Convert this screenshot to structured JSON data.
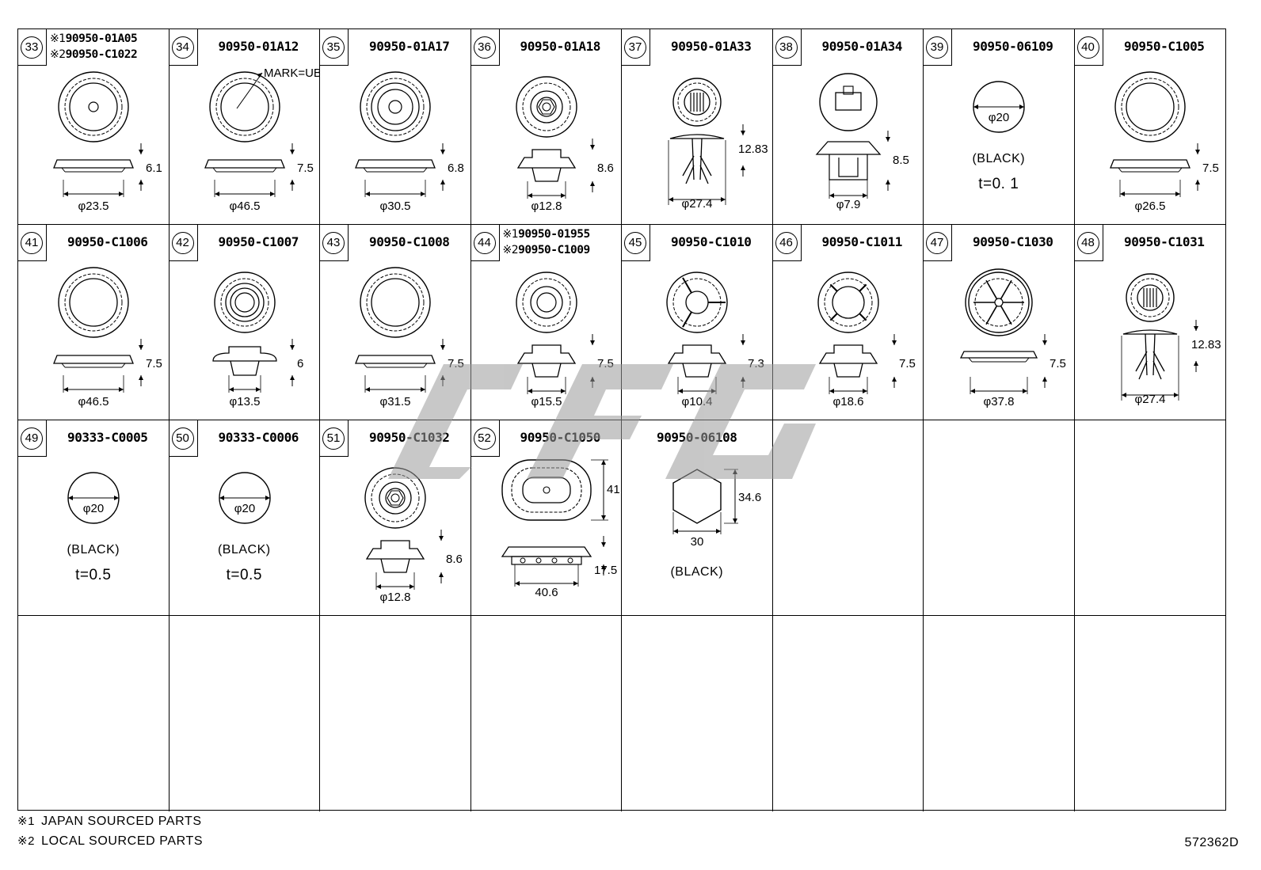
{
  "colors": {
    "line": "#000000",
    "watermark": "#9a9a9a"
  },
  "parts": [
    {
      "ref": "33",
      "marks": [
        "※1",
        "※2"
      ],
      "part_numbers": [
        "90950-01A05",
        "90950-C1022"
      ],
      "dims": {
        "height": "6.1",
        "diameter": "φ23.5"
      }
    },
    {
      "ref": "34",
      "part_numbers": [
        "90950-01A12"
      ],
      "callout": "MARK=UBC",
      "dims": {
        "height": "7.5",
        "diameter": "φ46.5"
      }
    },
    {
      "ref": "35",
      "part_numbers": [
        "90950-01A17"
      ],
      "dims": {
        "height": "6.8",
        "diameter": "φ30.5"
      }
    },
    {
      "ref": "36",
      "part_numbers": [
        "90950-01A18"
      ],
      "dims": {
        "height": "8.6",
        "diameter": "φ12.8"
      }
    },
    {
      "ref": "37",
      "part_numbers": [
        "90950-01A33"
      ],
      "dims": {
        "height": "12.83",
        "diameter": "φ27.4"
      }
    },
    {
      "ref": "38",
      "part_numbers": [
        "90950-01A34"
      ],
      "dims": {
        "height": "8.5",
        "diameter": "φ7.9"
      }
    },
    {
      "ref": "39",
      "part_numbers": [
        "90950-06109"
      ],
      "dims": {
        "diameter": "φ20"
      },
      "color_note": "(BLACK)",
      "thickness": "t=0. 1"
    },
    {
      "ref": "40",
      "part_numbers": [
        "90950-C1005"
      ],
      "dims": {
        "height": "7.5",
        "diameter": "φ26.5"
      }
    },
    {
      "ref": "41",
      "part_numbers": [
        "90950-C1006"
      ],
      "dims": {
        "height": "7.5",
        "diameter": "φ46.5"
      }
    },
    {
      "ref": "42",
      "part_numbers": [
        "90950-C1007"
      ],
      "dims": {
        "height": "6",
        "diameter": "φ13.5"
      }
    },
    {
      "ref": "43",
      "part_numbers": [
        "90950-C1008"
      ],
      "dims": {
        "height": "7.5",
        "diameter": "φ31.5"
      }
    },
    {
      "ref": "44",
      "marks": [
        "※1",
        "※2"
      ],
      "part_numbers": [
        "90950-01955",
        "90950-C1009"
      ],
      "dims": {
        "height": "7.5",
        "diameter": "φ15.5"
      }
    },
    {
      "ref": "45",
      "part_numbers": [
        "90950-C1010"
      ],
      "dims": {
        "height": "7.3",
        "diameter": "φ10.4"
      }
    },
    {
      "ref": "46",
      "part_numbers": [
        "90950-C1011"
      ],
      "dims": {
        "height": "7.5",
        "diameter": "φ18.6"
      }
    },
    {
      "ref": "47",
      "part_numbers": [
        "90950-C1030"
      ],
      "dims": {
        "height": "7.5",
        "diameter": "φ37.8"
      }
    },
    {
      "ref": "48",
      "part_numbers": [
        "90950-C1031"
      ],
      "dims": {
        "height": "12.83",
        "diameter": "φ27.4"
      }
    },
    {
      "ref": "49",
      "part_numbers": [
        "90333-C0005"
      ],
      "dims": {
        "diameter": "φ20"
      },
      "color_note": "(BLACK)",
      "thickness": "t=0.5"
    },
    {
      "ref": "50",
      "part_numbers": [
        "90333-C0006"
      ],
      "dims": {
        "diameter": "φ20"
      },
      "color_note": "(BLACK)",
      "thickness": "t=0.5"
    },
    {
      "ref": "51",
      "part_numbers": [
        "90950-C1032"
      ],
      "dims": {
        "height": "8.6",
        "diameter": "φ12.8"
      }
    },
    {
      "ref": "52",
      "part_numbers": [
        "90950-C1050"
      ],
      "dims": {
        "length": "41",
        "height": "17.5",
        "width": "40.6"
      }
    },
    {
      "ref": "",
      "part_numbers": [
        "90950-06108"
      ],
      "dims": {
        "height": "34.6",
        "width": "30"
      },
      "color_note": "(BLACK)"
    }
  ],
  "footnotes": [
    {
      "mark": "※1",
      "text": "JAPAN SOURCED PARTS"
    },
    {
      "mark": "※2",
      "text": "LOCAL SOURCED PARTS"
    }
  ],
  "drawing_id": "572362D"
}
